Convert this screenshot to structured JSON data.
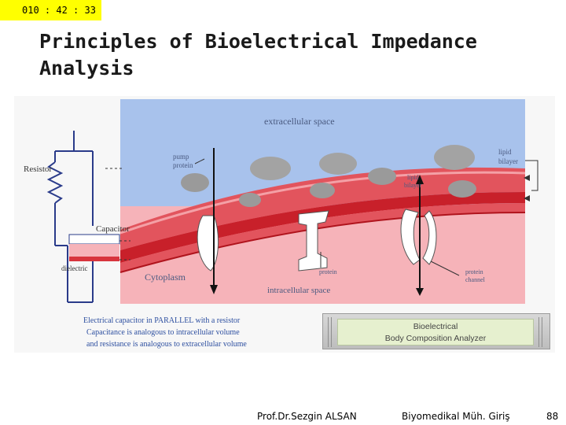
{
  "slide": {
    "timer": "010 : 42 : 33",
    "title": "Principles of Bioelectrical Impedance Analysis"
  },
  "figure": {
    "circuit": {
      "resistor_label": "Resistor",
      "capacitor_label": "Capacitor",
      "dielectric_label": "dielectric",
      "caption_line1": "Electrical capacitor in PARALLEL with a resistor",
      "caption_line2": "Capacitance is analogous to intracellular volume",
      "caption_line3": "and resistance is analogous to extracellular volume"
    },
    "membrane": {
      "extracellular_label": "extracellular space",
      "pump_protein_label_1": "pump",
      "pump_protein_label_2": "protein",
      "lipid_bilayer_inner_1": "lipid",
      "lipid_bilayer_inner_2": "bilayer",
      "lipid_bilayer_right_1": "lipid",
      "lipid_bilayer_right_2": "bilayer",
      "cytoplasm_label": "Cytoplasm",
      "protein_label": "protein",
      "intracellular_label": "intracellular space",
      "protein_channel_label_1": "protein",
      "protein_channel_label_2": "channel"
    },
    "analyzer": {
      "line1": "Bioelectrical",
      "line2": "Body Composition Analyzer"
    }
  },
  "footer": {
    "author": "Prof.Dr.Sezgin ALSAN",
    "course": "Biyomedikal Müh. Giriş",
    "page": "88"
  },
  "colors": {
    "timer_bg": "#ffff00",
    "extracellular_blue": "#a8c2ec",
    "cytoplasm_pink": "#f6b3b9",
    "membrane_red": "#e2545d",
    "membrane_dark": "#c8202a",
    "caption_blue": "#2d4fa0"
  }
}
